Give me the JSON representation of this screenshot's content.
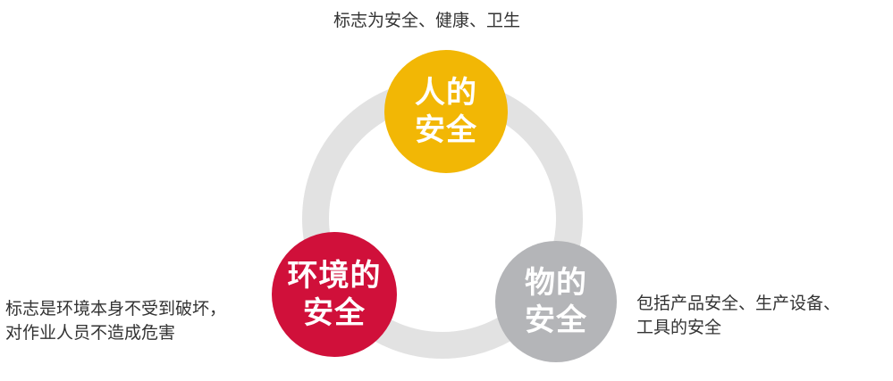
{
  "colors": {
    "ring": "#e2e2e2",
    "people": "#f2b705",
    "environment": "#d0103a",
    "object": "#b4b5b8",
    "text": "#333333"
  },
  "nodes": {
    "people": {
      "line1": "人的",
      "line2": "安全",
      "description": "标志为安全、健康、卫生"
    },
    "environment": {
      "line1": "环境的",
      "line2": "安全",
      "description_line1": "标志是环境本身不受到破坏，",
      "description_line2": "对作业人员不造成危害"
    },
    "object": {
      "line1": "物的",
      "line2": "安全",
      "description_line1": "包括产品安全、生产设备、",
      "description_line2": "工具的安全"
    }
  }
}
